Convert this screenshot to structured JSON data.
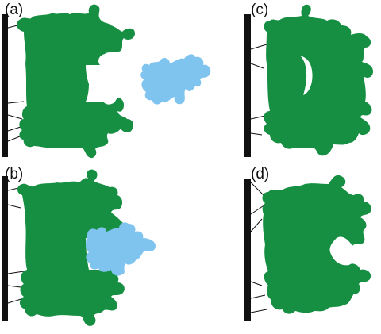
{
  "panels": [
    {
      "id": "a",
      "label": "(a)"
    },
    {
      "id": "b",
      "label": "(b)"
    },
    {
      "id": "c",
      "label": "(c)"
    },
    {
      "id": "d",
      "label": "(d)"
    }
  ],
  "colors": {
    "green_piece": "#168f43",
    "blue_piece": "#7fc4ef",
    "wall": "#111111",
    "background": "#ffffff"
  }
}
